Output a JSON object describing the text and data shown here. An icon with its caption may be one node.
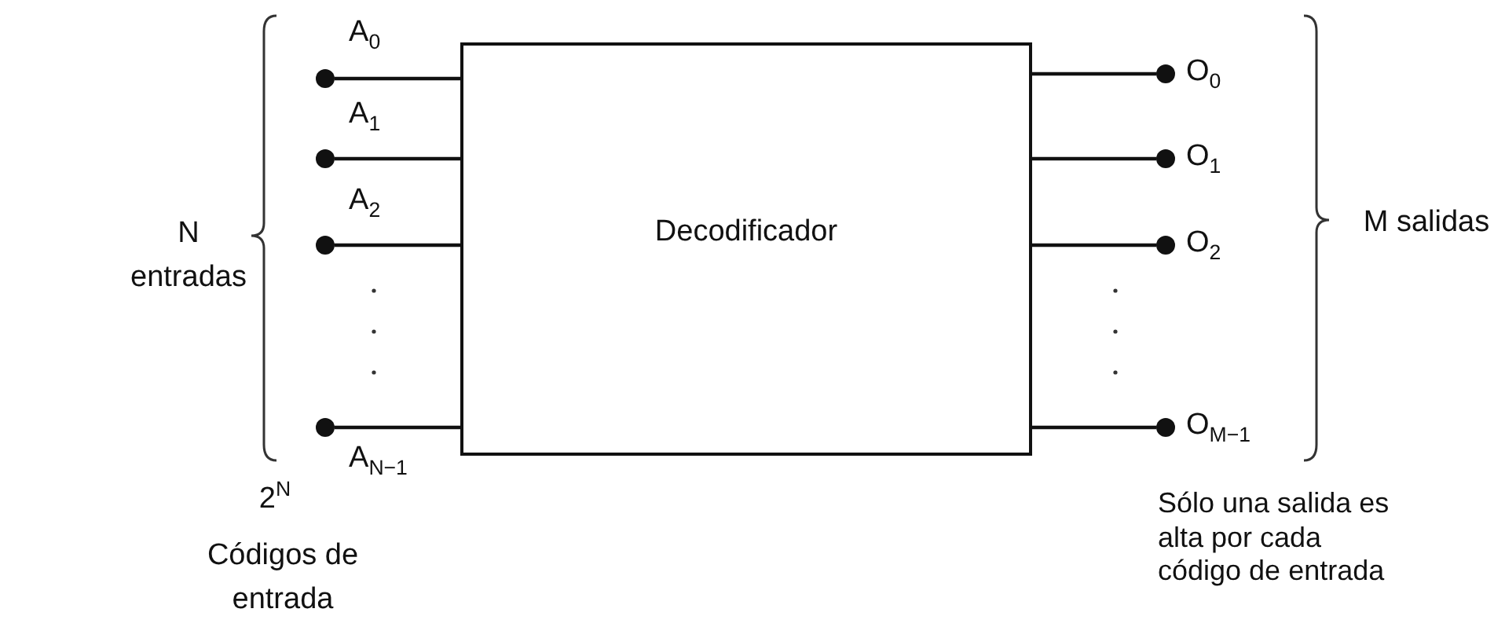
{
  "diagram": {
    "nodes": [
      {
        "text": [
          "Decodificador"
        ]
      },
      {
        "text": [
          "A$_{0}$"
        ]
      },
      {
        "text": [
          "A$_{1}$"
        ]
      },
      {
        "text": [
          "A$_{2}$"
        ]
      },
      {
        "text": [
          "A$_{N−1}$"
        ]
      },
      {
        "text": [
          "O$_{0}$"
        ]
      },
      {
        "text": [
          "O$_{1}$"
        ]
      },
      {
        "text": [
          "O$_{2}$"
        ]
      },
      {
        "text": [
          "O$_{M−1}$"
        ]
      }
    ],
    "edges": [
      {
        "from": 1,
        "to": 0,
        "arrow": "none"
      },
      {
        "from": 2,
        "to": 0,
        "arrow": "none"
      },
      {
        "from": 3,
        "to": 0,
        "arrow": "none"
      },
      {
        "from": 4,
        "to": 0,
        "arrow": "none"
      },
      {
        "from": 0,
        "to": 5,
        "arrow": "none"
      },
      {
        "from": 0,
        "to": 6,
        "arrow": "none"
      },
      {
        "from": 0,
        "to": 7,
        "arrow": "none"
      },
      {
        "from": 0,
        "to": 8,
        "arrow": "none"
      }
    ],
    "labels": [
      "N entradas",
      "M salidas",
      "2$^{N}$",
      "Códigos de entrada",
      "Sólo una salida es alta por cada código de entrada"
    ]
  }
}
